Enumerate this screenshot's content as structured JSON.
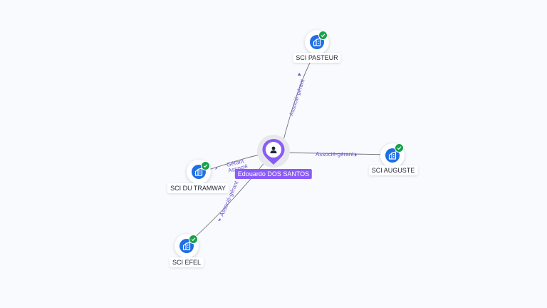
{
  "person": {
    "name": "Edouardo DOS SANTOS",
    "icon": "person-icon",
    "color": "#8a5cf6"
  },
  "companies": [
    {
      "id": "pasteur",
      "name": "SCI PASTEUR",
      "icon": "building-icon",
      "verified": true
    },
    {
      "id": "auguste",
      "name": "SCI AUGUSTE",
      "icon": "building-icon",
      "verified": true
    },
    {
      "id": "tramway",
      "name": "SCI DU TRAMWAY",
      "icon": "building-icon",
      "verified": true
    },
    {
      "id": "efel",
      "name": "SCI EFEL",
      "icon": "building-icon",
      "verified": true
    }
  ],
  "relations": [
    {
      "to": "pasteur",
      "label": "Associé-gérant"
    },
    {
      "to": "auguste",
      "label": "Associé-gérant"
    },
    {
      "to": "tramway",
      "label": "Gérant",
      "label2": "Associé"
    },
    {
      "to": "efel",
      "label": "Associé-gérant"
    }
  ],
  "colors": {
    "company": "#1f6fe5",
    "verified": "#16a34a",
    "accent": "#6d5bd0",
    "background": "#f9fafd"
  }
}
